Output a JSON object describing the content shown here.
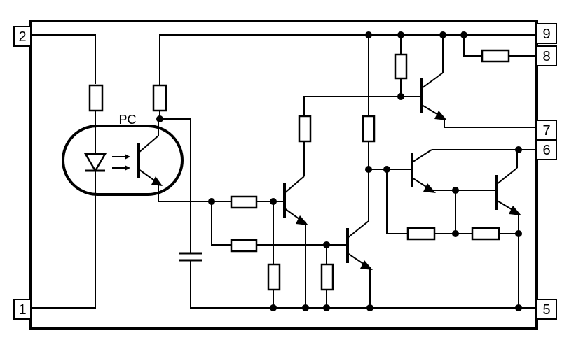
{
  "pins": {
    "p1": "1",
    "p2": "2",
    "p5": "5",
    "p6": "6",
    "p7": "7",
    "p8": "8",
    "p9": "9"
  },
  "labels": {
    "photocoupler": "PC"
  }
}
